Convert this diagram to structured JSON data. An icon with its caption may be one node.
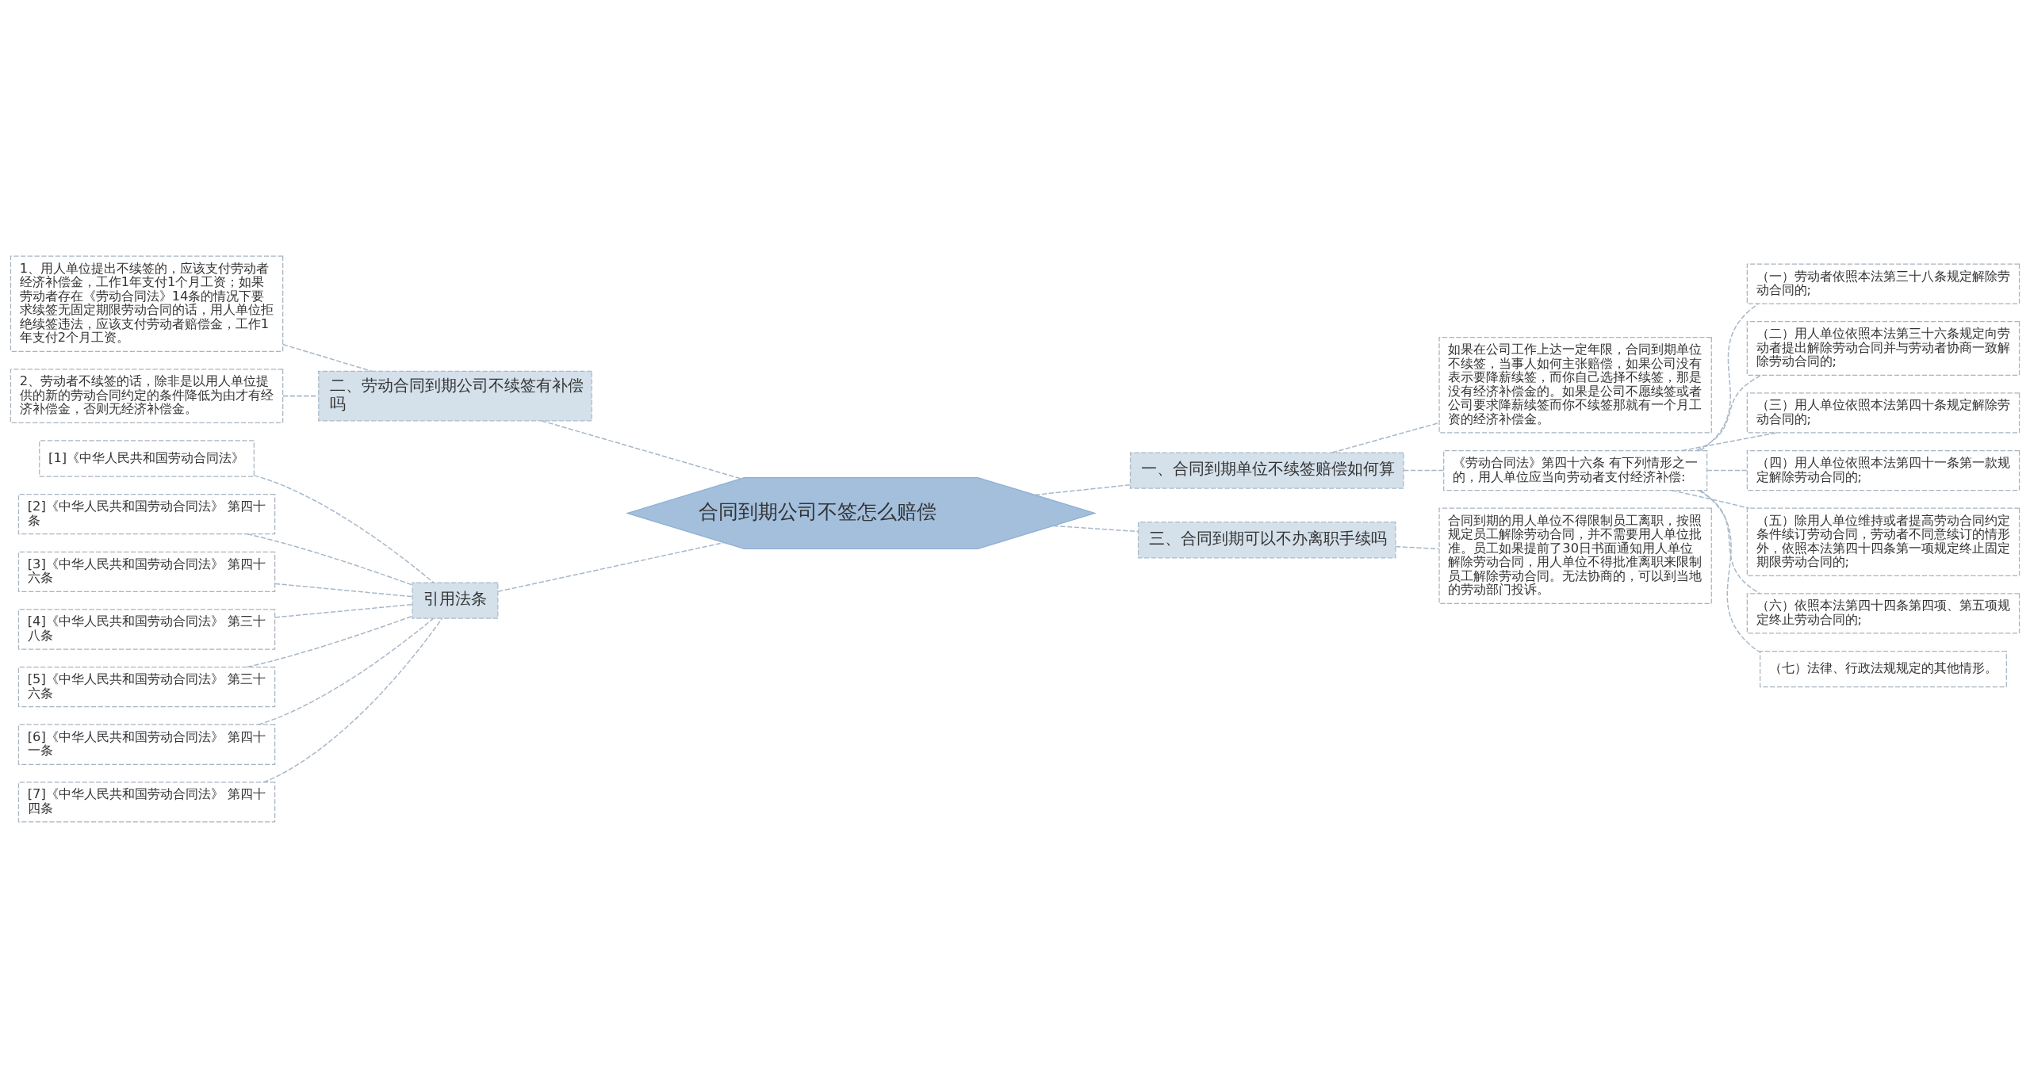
{
  "diagram": {
    "nodes": [
      {
        "text": [
          "合同到期公司不签怎么赔偿"
        ]
      },
      {
        "text": [
          "一、合同到期单位不续签赔偿如何算"
        ]
      },
      {
        "text": [
          "如果在公司工作上达一定年限，合同到期单位不续签，当事人如何主张赔偿，如果公司没有表示要降薪续签，而你自己选择不续签，那是没有经济补偿金的。如果是公司不愿续签或者公司要求降薪续签而你不续签那就有一个月工资的经济补偿金。"
        ]
      },
      {
        "text": [
          "《劳动合同法》第四十六条 有下列情形之一的，用人单位应当向劳动者支付经济补偿:"
        ]
      },
      {
        "text": [
          "（一）劳动者依照本法第三十八条规定解除劳动合同的;"
        ]
      },
      {
        "text": [
          "（二）用人单位依照本法第三十六条规定向劳动者提出解除劳动合同并与劳动者协商一致解除劳动合同的;"
        ]
      },
      {
        "text": [
          "（三）用人单位依照本法第四十条规定解除劳动合同的;"
        ]
      },
      {
        "text": [
          "（四）用人单位依照本法第四十一条第一款规定解除劳动合同的;"
        ]
      },
      {
        "text": [
          "（五）除用人单位维持或者提高劳动合同约定条件续订劳动合同，劳动者不同意续订的情形外，依照本法第四十四条第一项规定终止固定期限劳动合同的;"
        ]
      },
      {
        "text": [
          "（六）依照本法第四十四条第四项、第五项规定终止劳动合同的;"
        ]
      },
      {
        "text": [
          "（七）法律、行政法规规定的其他情形。"
        ]
      },
      {
        "text": [
          "三、合同到期可以不办离职手续吗"
        ]
      },
      {
        "text": [
          "合同到期的用人单位不得限制员工离职，按照规定员工解除劳动合同，并不需要用人单位批准。员工如果提前了30日书面通知用人单位解除劳动合同，用人单位不得批准离职来限制员工解除劳动合同。无法协商的，可以到当地的劳动部门投诉。"
        ]
      },
      {
        "text": [
          "二、劳动合同到期公司不续签有补偿吗"
        ]
      },
      {
        "text": [
          "1、用人单位提出不续签的，应该支付劳动者经济补偿金，工作1年支付1个月工资；如果劳动者存在《劳动合同法》14条的情况下要求续签无固定期限劳动合同的话，用人单位拒绝续签违法，应该支付劳动者赔偿金，工作1年支付2个月工资。"
        ]
      },
      {
        "text": [
          "2、劳动者不续签的话，除非是以用人单位提供的新的劳动合同约定的条件降低为由才有经济补偿金，否则无经济补偿金。"
        ]
      },
      {
        "text": [
          "引用法条"
        ]
      },
      {
        "text": [
          "[1]《中华人民共和国劳动合同法》"
        ]
      },
      {
        "text": [
          "[2]《中华人民共和国劳动合同法》 第四十条"
        ]
      },
      {
        "text": [
          "[3]《中华人民共和国劳动合同法》 第四十六条"
        ]
      },
      {
        "text": [
          "[4]《中华人民共和国劳动合同法》 第三十八条"
        ]
      },
      {
        "text": [
          "[5]《中华人民共和国劳动合同法》 第三十六条"
        ]
      },
      {
        "text": [
          "[6]《中华人民共和国劳动合同法》 第四十一条"
        ]
      },
      {
        "text": [
          "[7]《中华人民共和国劳动合同法》 第四十四条"
        ]
      }
    ],
    "edges": [
      {
        "from": 0,
        "to": 1,
        "arrow": "none"
      },
      {
        "from": 1,
        "to": 2,
        "arrow": "none"
      },
      {
        "from": 1,
        "to": 3,
        "arrow": "none"
      },
      {
        "from": 3,
        "to": 4,
        "arrow": "none"
      },
      {
        "from": 3,
        "to": 5,
        "arrow": "none"
      },
      {
        "from": 3,
        "to": 6,
        "arrow": "none"
      },
      {
        "from": 3,
        "to": 7,
        "arrow": "none"
      },
      {
        "from": 3,
        "to": 8,
        "arrow": "none"
      },
      {
        "from": 3,
        "to": 9,
        "arrow": "none"
      },
      {
        "from": 3,
        "to": 10,
        "arrow": "none"
      },
      {
        "from": 0,
        "to": 11,
        "arrow": "none"
      },
      {
        "from": 11,
        "to": 12,
        "arrow": "none"
      },
      {
        "from": 0,
        "to": 13,
        "arrow": "none"
      },
      {
        "from": 13,
        "to": 14,
        "arrow": "none"
      },
      {
        "from": 13,
        "to": 15,
        "arrow": "none"
      },
      {
        "from": 0,
        "to": 16,
        "arrow": "none"
      },
      {
        "from": 16,
        "to": 17,
        "arrow": "none"
      },
      {
        "from": 16,
        "to": 18,
        "arrow": "none"
      },
      {
        "from": 16,
        "to": 19,
        "arrow": "none"
      },
      {
        "from": 16,
        "to": 20,
        "arrow": "none"
      },
      {
        "from": 16,
        "to": 21,
        "arrow": "none"
      },
      {
        "from": 16,
        "to": 22,
        "arrow": "none"
      },
      {
        "from": 16,
        "to": 23,
        "arrow": "none"
      }
    ]
  }
}
